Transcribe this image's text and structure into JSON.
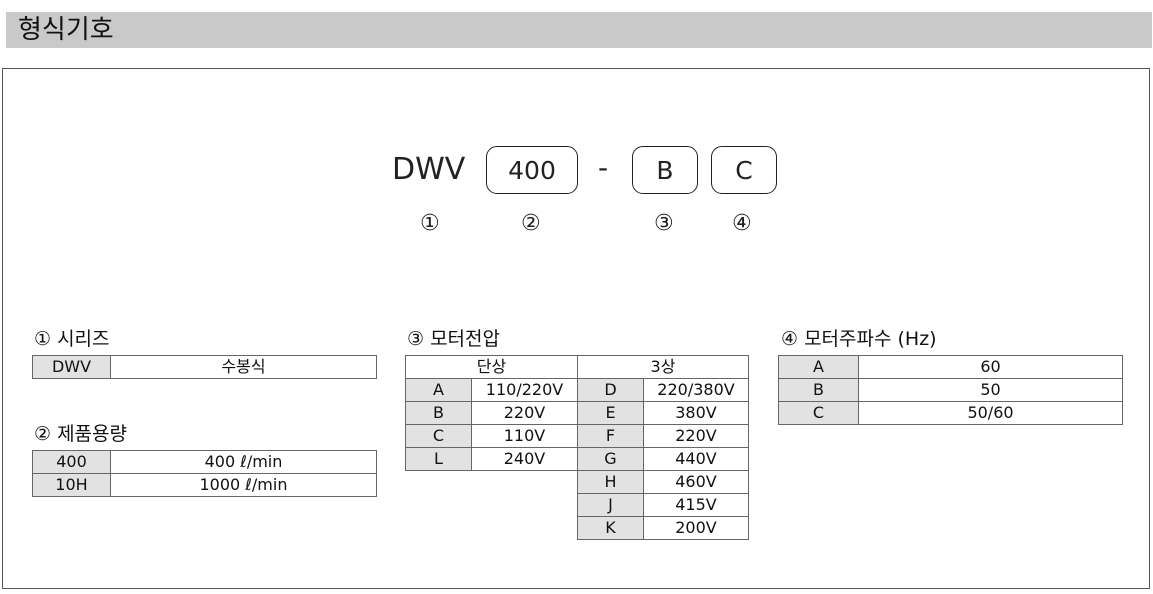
{
  "header": {
    "title": "형식기호"
  },
  "code": {
    "prefix": "DWV",
    "capacity": "400",
    "dash": "-",
    "voltage": "B",
    "frequency": "C",
    "markers": [
      "①",
      "②",
      "③",
      "④"
    ]
  },
  "series": {
    "title": "① 시리즈",
    "rows": [
      {
        "code": "DWV",
        "desc": "수봉식"
      }
    ]
  },
  "capacity": {
    "title": "② 제품용량",
    "rows": [
      {
        "code": "400",
        "value": "400 ℓ/min"
      },
      {
        "code": "10H",
        "value": "1000 ℓ/min"
      }
    ]
  },
  "voltage": {
    "title": "③ 모터전압",
    "single_header": "단상",
    "three_header": "3상",
    "single": [
      {
        "code": "A",
        "value": "110/220V"
      },
      {
        "code": "B",
        "value": "220V"
      },
      {
        "code": "C",
        "value": "110V"
      },
      {
        "code": "L",
        "value": "240V"
      }
    ],
    "three": [
      {
        "code": "D",
        "value": "220/380V"
      },
      {
        "code": "E",
        "value": "380V"
      },
      {
        "code": "F",
        "value": "220V"
      },
      {
        "code": "G",
        "value": "440V"
      },
      {
        "code": "H",
        "value": "460V"
      },
      {
        "code": "J",
        "value": "415V"
      },
      {
        "code": "K",
        "value": "200V"
      }
    ]
  },
  "frequency": {
    "title": "④ 모터주파수 (Hz)",
    "rows": [
      {
        "code": "A",
        "value": "60"
      },
      {
        "code": "B",
        "value": "50"
      },
      {
        "code": "C",
        "value": "50/60"
      }
    ]
  }
}
